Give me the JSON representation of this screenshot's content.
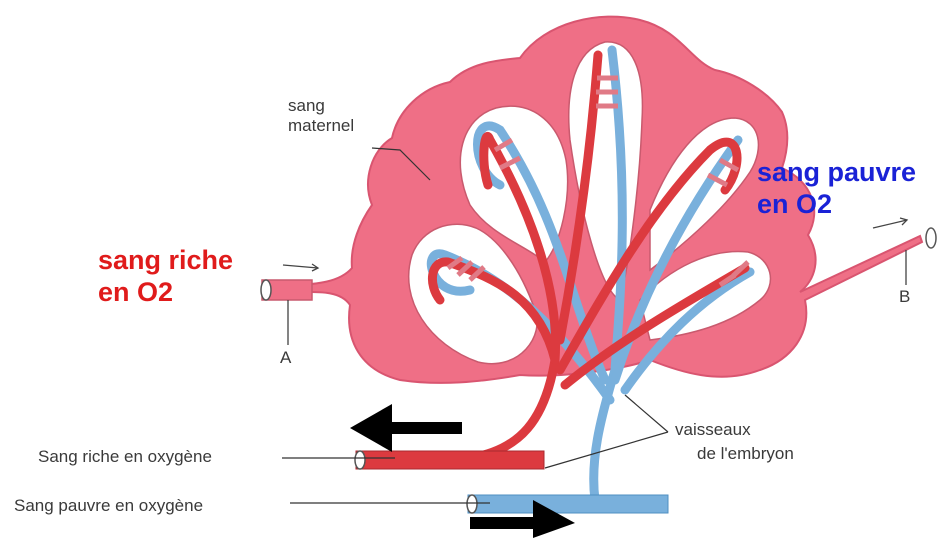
{
  "labels": {
    "sang_maternel": [
      "sang",
      "maternel"
    ],
    "sang_riche_o2": [
      "sang riche",
      "en O2"
    ],
    "sang_pauvre_o2": [
      "sang pauvre",
      "en O2"
    ],
    "point_a": "A",
    "point_b": "B",
    "sang_riche_oxygene": "Sang riche en oxygène",
    "sang_pauvre_oxygene": "Sang pauvre en oxygène",
    "vaisseaux_embryon": [
      "vaisseaux",
      "de l'embryon"
    ]
  },
  "colors": {
    "maternal_blood": "#ef6f86",
    "oxygen_rich_vessel": "#dc3a3f",
    "oxygen_poor_vessel": "#79b0dc",
    "label_red": "#e01b1b",
    "label_blue": "#1a22d6"
  }
}
